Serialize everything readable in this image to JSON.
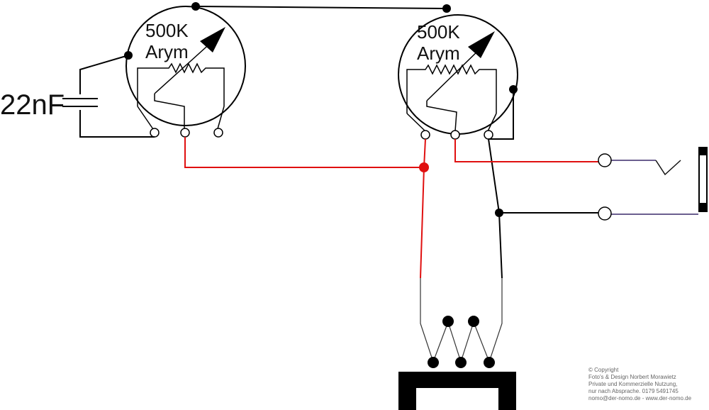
{
  "pot_left": {
    "value": "500K",
    "type": "Arym"
  },
  "pot_right": {
    "value": "500K",
    "type": "Arym"
  },
  "capacitor": {
    "label": "22nF"
  },
  "copyright": {
    "line1": "© Copyright",
    "line2": "Foto's & Design Norbert Morawietz",
    "line3": "Private und Kommerzielle Nutzung,",
    "line4": "nur nach Absprache. 0179 5491745",
    "line5": "nomo@der-nomo.de - www.der-nomo.de"
  },
  "colors": {
    "wire": "#000000",
    "hot_wire": "#e01010",
    "jack_wire": "#3a2a6a",
    "text": "#111111"
  },
  "icons": [
    "potentiometer-icon",
    "capacitor-icon",
    "output-jack-icon",
    "pickup-icon"
  ]
}
